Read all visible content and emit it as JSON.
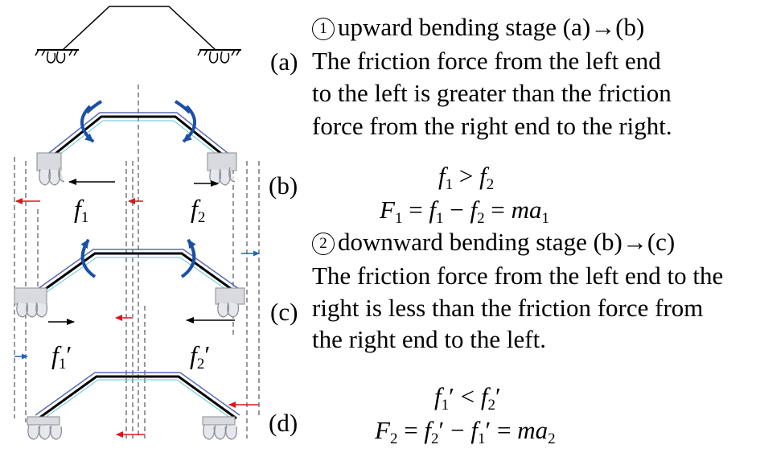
{
  "panels": {
    "a": "(a)",
    "b": "(b)",
    "c": "(c)",
    "d": "(d)"
  },
  "stage1": {
    "marker": "1",
    "heading": "upward bending stage (a)→(b)",
    "lines": [
      "The friction force from the left end",
      "to the left is greater than the friction",
      "force from the right end to the right."
    ]
  },
  "eq1": {
    "f1": "f",
    "f1_sub": "1",
    "gt": " > ",
    "f2": "f",
    "f2_sub": "2",
    "F1": "F",
    "F1_sub": "1",
    "eq_a": " = ",
    "e_f1": "f",
    "e_f1_sub": "1",
    "minus": " − ",
    "e_f2": "f",
    "e_f2_sub": "2",
    "eq_b": " = ",
    "ma": "ma",
    "a_sub": "1"
  },
  "stage2": {
    "marker": "2",
    "heading": "downward bending stage (b)→(c)",
    "lines": [
      "The friction force from the left end to the",
      "right is less than the friction force from",
      "the right end to the left."
    ]
  },
  "eq2": {
    "f1": "f",
    "f1_sub": "1",
    "prime": "′",
    "lt": " < ",
    "f2": "f",
    "f2_sub": "2",
    "F2": "F",
    "F2_sub": "2",
    "eq_a": " = ",
    "e_f2": "f",
    "e_f2_sub": "2",
    "minus": " − ",
    "e_f1": "f",
    "e_f1_sub": "1",
    "eq_b": " = ",
    "ma": "ma",
    "a_sub": "2"
  },
  "force_labels": {
    "b_left": "f",
    "b_left_sub": "1",
    "b_right": "f",
    "b_right_sub": "2",
    "c_left": "f",
    "c_left_sub": "1",
    "c_prime": "′",
    "c_right": "f",
    "c_right_sub": "2"
  },
  "colors": {
    "ink": "#000000",
    "red_arrow": "#e0151b",
    "blue_arrow": "#1f63c8",
    "bend_arrow": "#1a4fa8",
    "body_strip": "#5a6ab5",
    "foot_gray": "#8a8a92"
  }
}
